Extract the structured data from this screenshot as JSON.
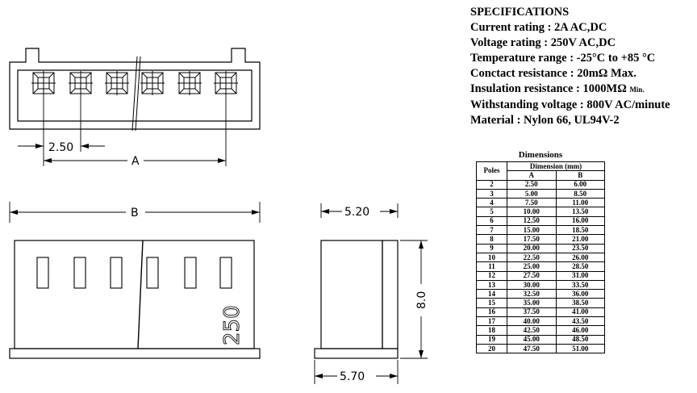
{
  "specifications": {
    "title": "SPECIFICATIONS",
    "lines": [
      "Current rating : 2A AC,DC",
      "Voltage rating : 250V AC,DC",
      "Temperature range : -25°C to +85 °C",
      "Conctact resistance : 20mΩ  Max."
    ],
    "insulation_main": "Insulation resistance : 1000MΩ ",
    "insulation_small": "Min.",
    "lines_after": [
      "Withstanding voltage : 800V AC/minute",
      "Material : Nylon 66, UL94V-2"
    ]
  },
  "dimensions": {
    "title": "Dimensions",
    "poles_header": "Poles",
    "group_header": "Dimension (mm)",
    "col_a": "A",
    "col_b": "B",
    "rows": [
      [
        "2",
        "2.50",
        "6.00"
      ],
      [
        "3",
        "5.00",
        "8.50"
      ],
      [
        "4",
        "7.50",
        "11.00"
      ],
      [
        "5",
        "10.00",
        "13.50"
      ],
      [
        "6",
        "12.50",
        "16.00"
      ],
      [
        "7",
        "15.00",
        "18.50"
      ],
      [
        "8",
        "17.50",
        "21.00"
      ],
      [
        "9",
        "20.00",
        "23.50"
      ],
      [
        "10",
        "22.50",
        "26.00"
      ],
      [
        "11",
        "25.00",
        "28.50"
      ],
      [
        "12",
        "27.50",
        "31.00"
      ],
      [
        "13",
        "30.00",
        "33.50"
      ],
      [
        "14",
        "32.50",
        "36.00"
      ],
      [
        "15",
        "35.00",
        "38.50"
      ],
      [
        "16",
        "37.50",
        "41.00"
      ],
      [
        "17",
        "40.00",
        "43.50"
      ],
      [
        "18",
        "42.50",
        "46.00"
      ],
      [
        "19",
        "45.00",
        "48.50"
      ],
      [
        "20",
        "47.50",
        "51.00"
      ]
    ]
  },
  "drawing_labels": {
    "pitch": "2.50",
    "dim_a": "A",
    "dim_b": "B",
    "width_top": "5.20",
    "width_bottom": "5.70",
    "height": "8.0",
    "marking": "250"
  }
}
